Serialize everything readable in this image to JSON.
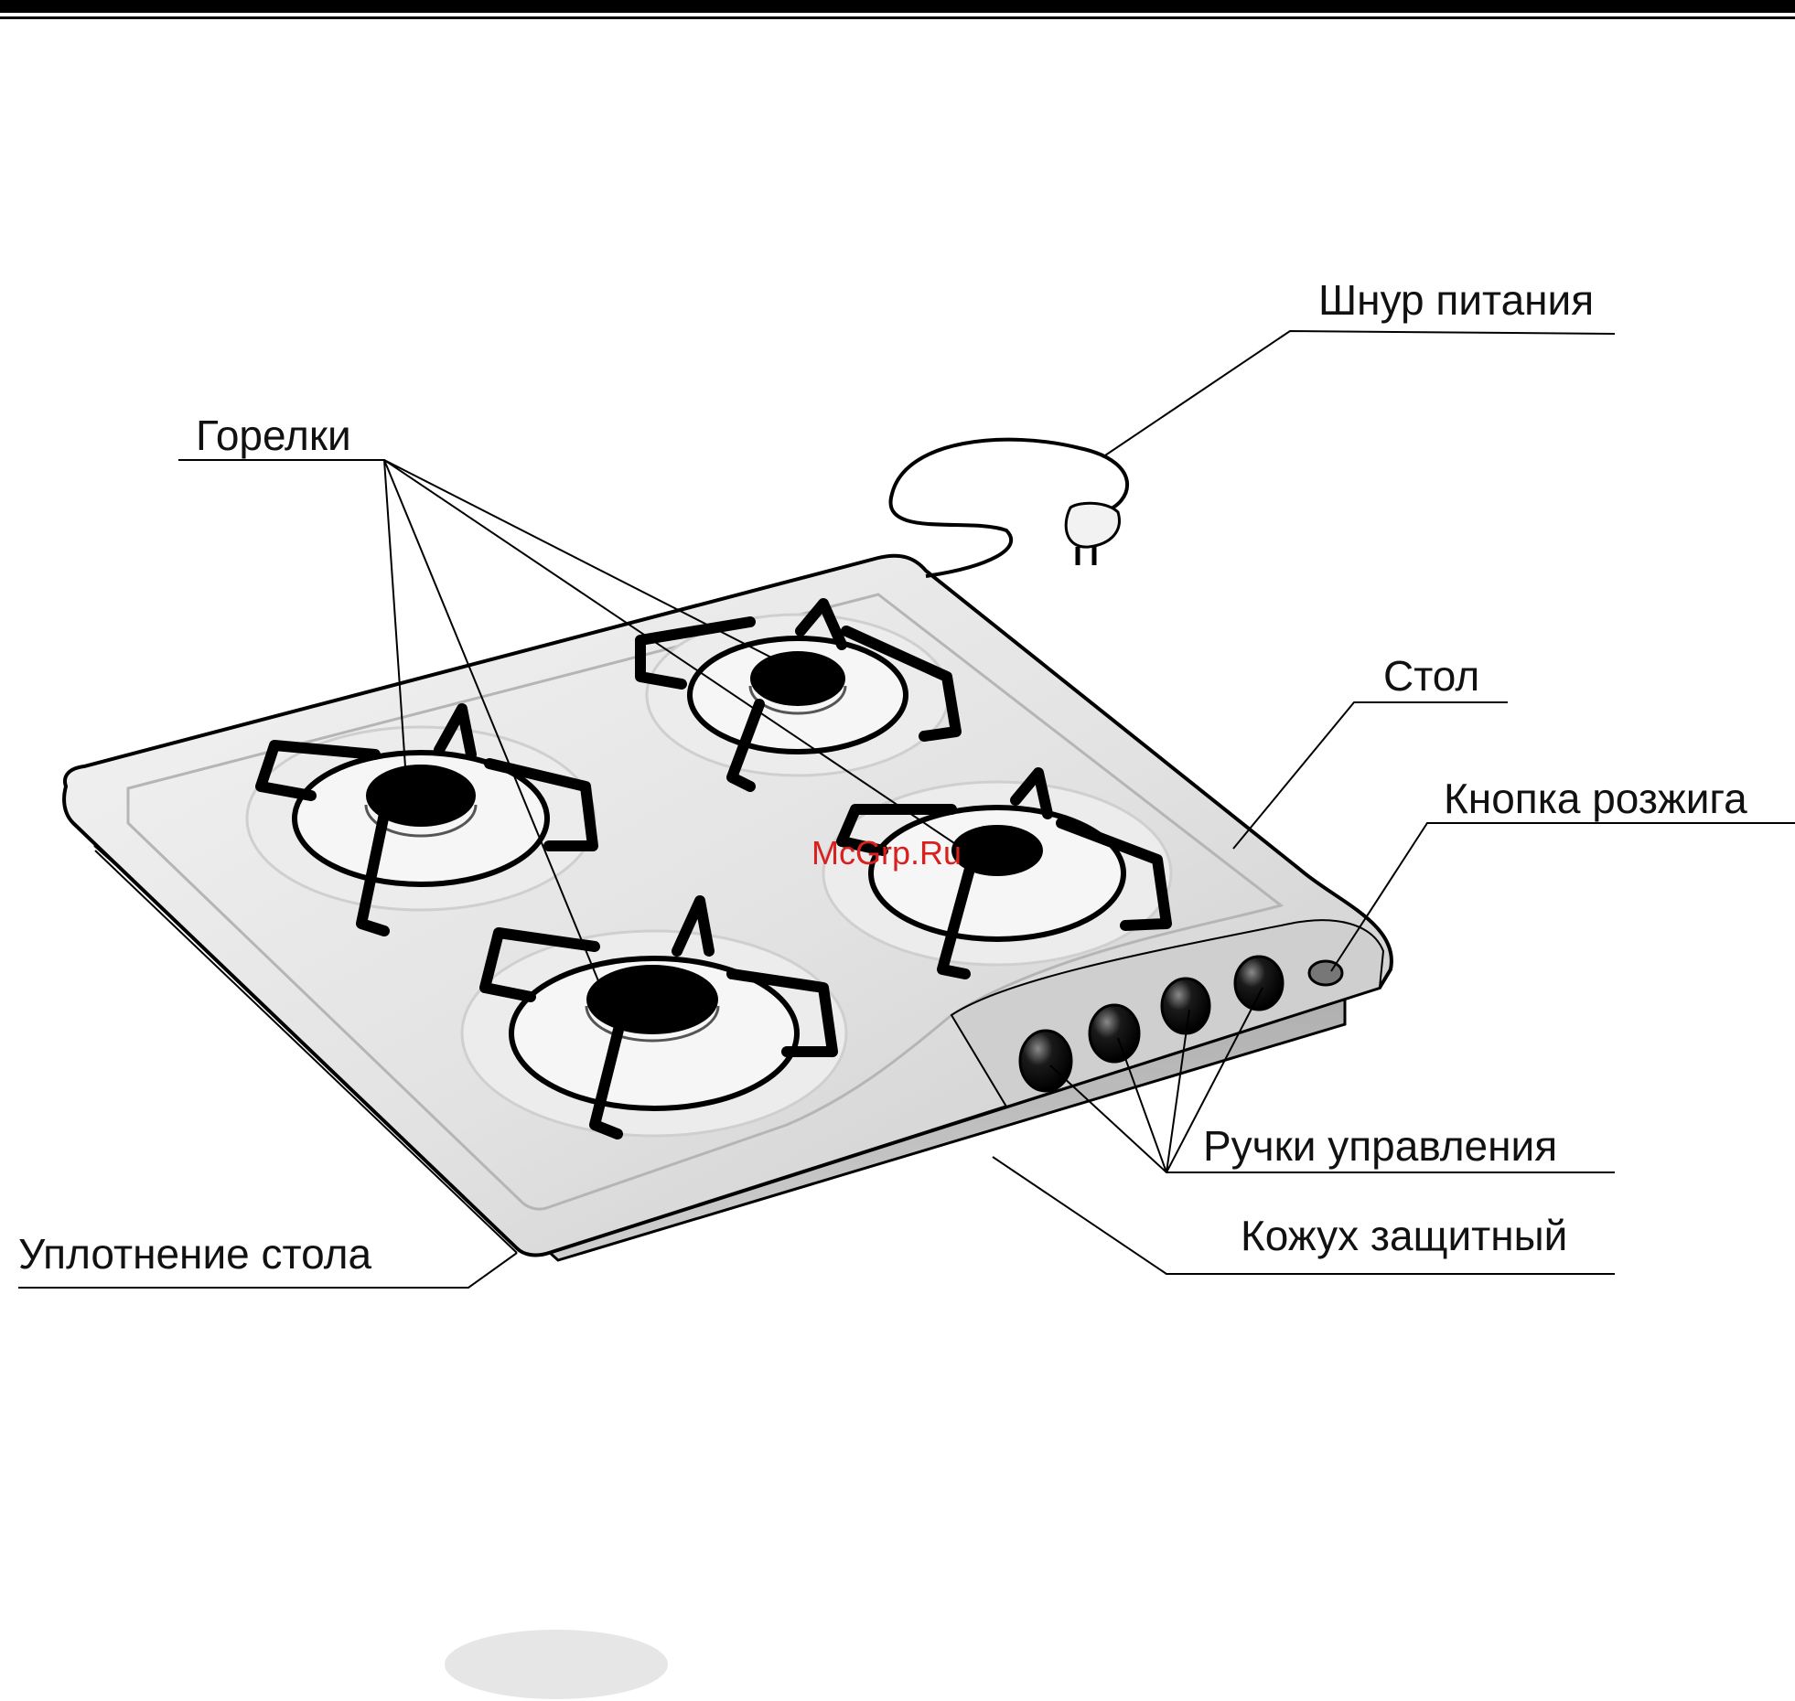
{
  "labels": {
    "burners": "Горелки",
    "power_cord": "Шнур питания",
    "table": "Стол",
    "ignition_button": "Кнопка розжига",
    "control_knobs": "Ручки управления",
    "protective_casing": "Кожух защитный",
    "table_seal": "Уплотнение стола"
  },
  "watermark": "McGrp.Ru",
  "colors": {
    "ink": "#000000",
    "steel": "#dcdcdc",
    "watermark": "#d8201f"
  }
}
